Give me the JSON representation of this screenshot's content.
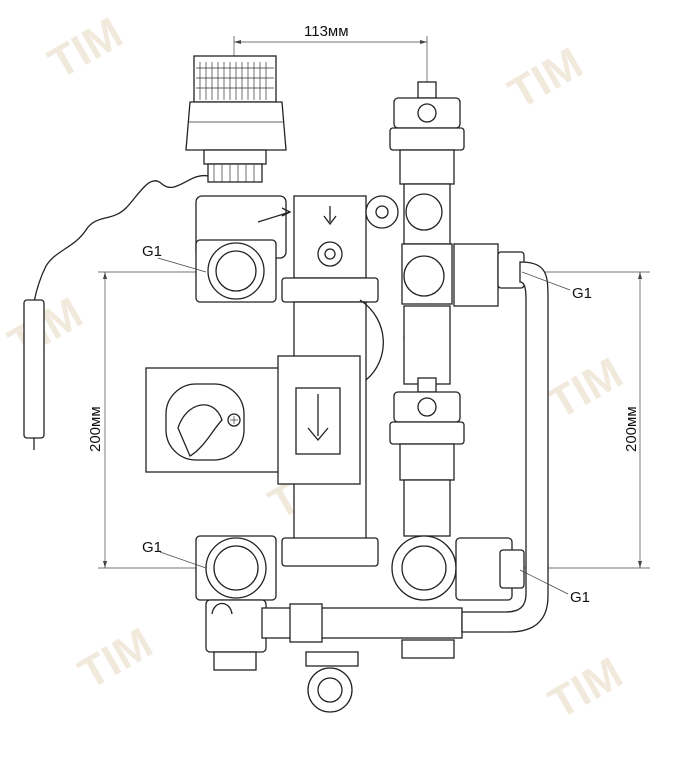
{
  "dimensions": {
    "top_width": "113мм",
    "left_height": "200мм",
    "right_height": "200мм"
  },
  "connections": {
    "top_left": "G1",
    "top_right": "G1",
    "bottom_left": "G1",
    "bottom_right": "G1"
  },
  "watermark": "TIM",
  "colors": {
    "line": "#222222",
    "watermark": "#f1e7da",
    "background": "#ffffff"
  }
}
